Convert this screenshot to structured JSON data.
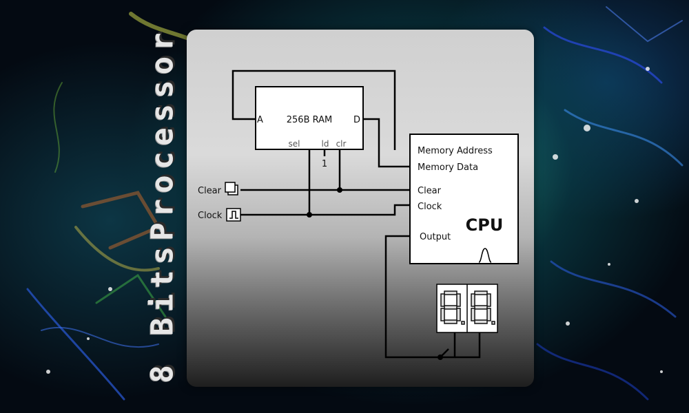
{
  "side_title": "8 BitsProcessor",
  "ram": {
    "title": "256B RAM",
    "port_a": "A",
    "port_d": "D",
    "pin_sel": "sel",
    "pin_ld": "ld",
    "pin_clr": "clr",
    "ld_value": "1"
  },
  "cpu": {
    "title": "CPU",
    "ports": {
      "memory_address": "Memory Address",
      "memory_data": "Memory Data",
      "clear": "Clear",
      "clock": "Clock",
      "output": "Output"
    }
  },
  "inputs": {
    "clear": "Clear",
    "clock": "Clock"
  },
  "display": {
    "digits": "88"
  }
}
